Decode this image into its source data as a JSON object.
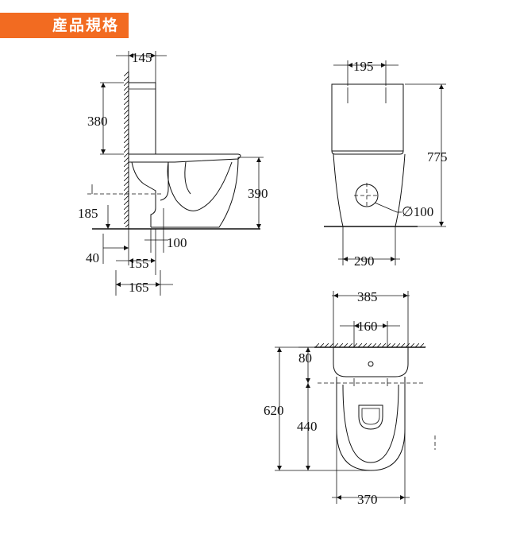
{
  "header": {
    "title": "産品規格"
  },
  "side_view": {
    "dims": {
      "top_offset": "145",
      "tank_height": "380",
      "total_height": "390",
      "outlet_height": "185",
      "floor_gap": "40",
      "outlet_width": "100",
      "outlet_distance": "155",
      "rough_in": "165"
    }
  },
  "front_view": {
    "dims": {
      "bolt_spacing": "195",
      "overall_height": "775",
      "outlet_diameter": "∅100",
      "base_width": "290"
    }
  },
  "top_view": {
    "dims": {
      "tank_width": "385",
      "bolt_spacing": "160",
      "wall_offset": "80",
      "overall_depth": "620",
      "bowl_depth": "440",
      "bowl_width": "370"
    }
  },
  "colors": {
    "header_bg": "#f26b21",
    "line": "#111111"
  }
}
